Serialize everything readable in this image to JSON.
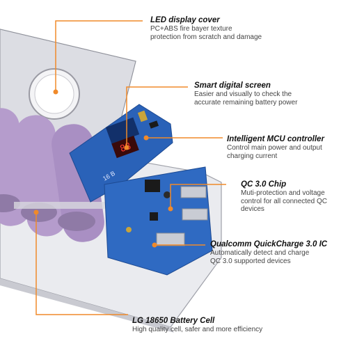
{
  "colors": {
    "leader": "#f08a2a",
    "pcb": "#2a62b8",
    "battery": "#b59ccc",
    "led_digits": "#ff3b2f"
  },
  "device": {
    "led_readout": "88",
    "pcb_print": "16 B"
  },
  "callouts": [
    {
      "title": "LED display cover",
      "lines": [
        "PC+ABS fire bayer texture",
        "protection from scratch and damage"
      ]
    },
    {
      "title": "Smart digital screen",
      "lines": [
        "Easier and visually to check the",
        "accurate remaining battery power"
      ]
    },
    {
      "title": "Intelligent MCU controller",
      "lines": [
        "Control main power and output",
        "charging current"
      ]
    },
    {
      "title": "QC 3.0 Chip",
      "lines": [
        "Muti-protection and voltage",
        "control for all connected QC",
        "devices"
      ]
    },
    {
      "title": "Qualcomm QuickCharge 3.0 IC",
      "lines": [
        "Automatically detect and charge",
        "QC 3.0 supported devices"
      ]
    },
    {
      "title": "LG 18650 Battery Cell",
      "lines": [
        "High quality cell, safer and more efficiency"
      ]
    }
  ]
}
